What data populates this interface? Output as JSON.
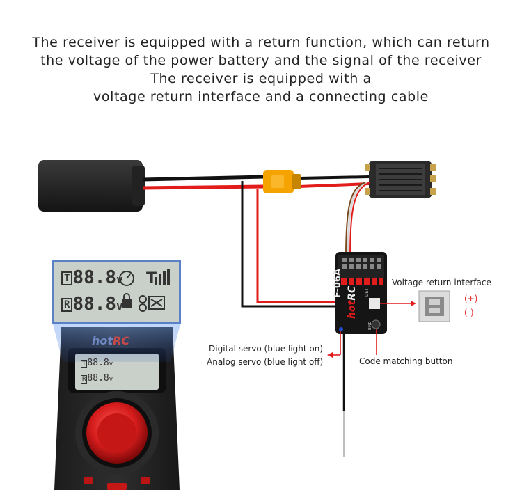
{
  "heading": {
    "line1": "The receiver is equipped with a return function, which can return",
    "line2": "the voltage of the power battery and the signal of the receiver",
    "line3": "The receiver is equipped with a",
    "line4": "voltage return interface and a connecting cable"
  },
  "labels": {
    "voltage_return": "Voltage return interface",
    "plus": "(+)",
    "minus": "(-)",
    "digital_servo": "Digital servo (blue light on)",
    "analog_servo": "Analog servo (blue light off)",
    "code_matching": "Code matching button"
  },
  "receiver": {
    "model": "F-06A",
    "brand_a": "hot",
    "brand_b": "RC",
    "port": "DET",
    "bind": "BIND"
  },
  "display": {
    "tx_marker": "T",
    "tx_voltage": "88.8",
    "rx_marker": "R",
    "rx_voltage": "88.8",
    "unit": "v",
    "brand_a": "hot",
    "brand_b": "RC"
  },
  "colors": {
    "red_wire": "#e21b1b",
    "black_wire": "#111111",
    "connector": "#f5a300",
    "lcd": "#c9cfc9",
    "blue_led": "#1f4fd8"
  }
}
